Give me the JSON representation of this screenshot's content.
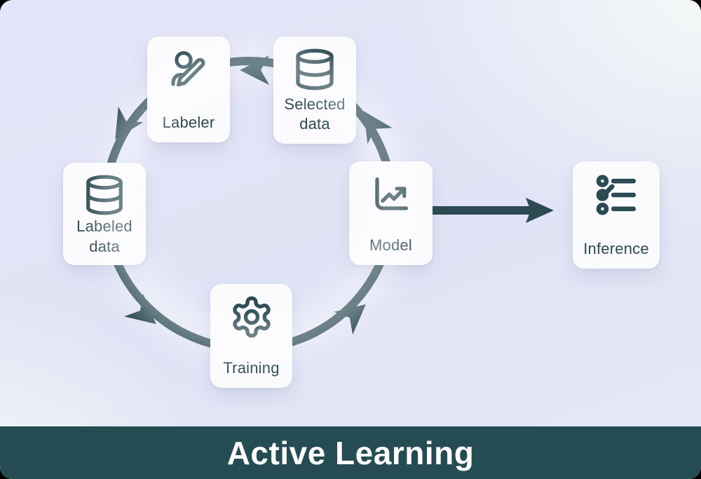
{
  "banner": {
    "title": "Active Learning"
  },
  "colors": {
    "accent_teal": "#2B4A52",
    "banner_bg": "#254B53",
    "card_bg": "#FBFBFE",
    "background_lavender": "#E2E4F6",
    "background_white": "#F5F8F6"
  },
  "diagram": {
    "nodes": [
      {
        "label": "Labeler",
        "icon": "user-pen-icon"
      },
      {
        "label": "Selected data",
        "icon": "database-icon"
      },
      {
        "label": "Labeled data",
        "icon": "database-icon"
      },
      {
        "label": "Model",
        "icon": "chart-line-icon"
      },
      {
        "label": "Training",
        "icon": "gear-icon"
      },
      {
        "label": "Inference",
        "icon": "list-checks-icon"
      }
    ],
    "edges": [
      {
        "from": "Selected data",
        "to": "Labeler",
        "style": "curved"
      },
      {
        "from": "Labeler",
        "to": "Labeled data",
        "style": "curved"
      },
      {
        "from": "Labeled data",
        "to": "Training",
        "style": "curved"
      },
      {
        "from": "Training",
        "to": "Model",
        "style": "curved"
      },
      {
        "from": "Model",
        "to": "Selected data",
        "style": "curved"
      },
      {
        "from": "Model",
        "to": "Inference",
        "style": "straight"
      }
    ]
  }
}
